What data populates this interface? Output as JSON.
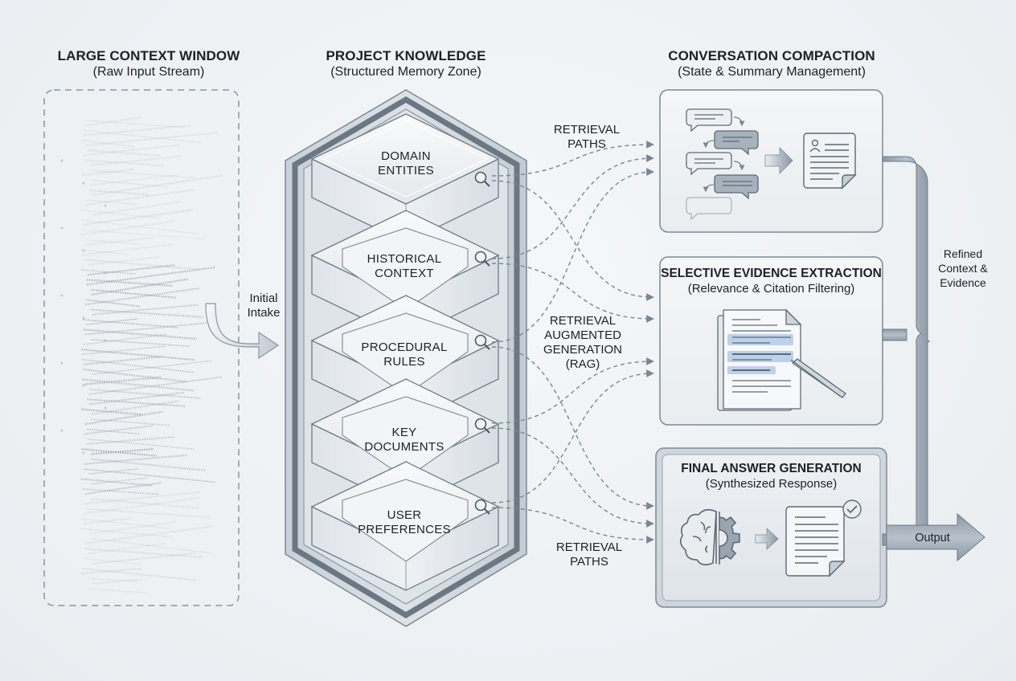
{
  "columns": {
    "context_window": {
      "title": "LARGE CONTEXT WINDOW",
      "subtitle": "(Raw Input Stream)"
    },
    "project_knowledge": {
      "title": "PROJECT KNOWLEDGE",
      "subtitle": "(Structured Memory Zone)"
    },
    "conversation_compaction": {
      "title": "CONVERSATION COMPACTION",
      "subtitle": "(State & Summary Management)"
    }
  },
  "intake_label": [
    "Initial",
    "Intake"
  ],
  "layers": [
    {
      "line1": "DOMAIN",
      "line2": "ENTITIES",
      "icon": "search-icon"
    },
    {
      "line1": "HISTORICAL",
      "line2": "CONTEXT",
      "icon": "search-icon"
    },
    {
      "line1": "PROCEDURAL",
      "line2": "RULES",
      "icon": "search-icon"
    },
    {
      "line1": "KEY",
      "line2": "DOCUMENTS",
      "icon": "search-icon"
    },
    {
      "line1": "USER",
      "line2": "PREFERENCES",
      "icon": "search-icon"
    }
  ],
  "path_labels": {
    "top": [
      "RETRIEVAL",
      "PATHS"
    ],
    "middle": [
      "RETRIEVAL",
      "AUGMENTED",
      "GENERATION",
      "(RAG)"
    ],
    "bottom": [
      "RETRIEVAL",
      "PATHS"
    ]
  },
  "panels": {
    "compaction": {
      "icons": [
        "chat-bubbles-icon",
        "arrow-right-icon",
        "summary-document-icon"
      ]
    },
    "evidence": {
      "title": "SELECTIVE EVIDENCE EXTRACTION",
      "subtitle": "(Relevance & Citation Filtering)",
      "icons": [
        "highlighted-document-icon",
        "tweezers-icon"
      ]
    },
    "final": {
      "title": "FINAL ANSWER GENERATION",
      "subtitle": "(Synthesized Response)",
      "icons": [
        "brain-gear-icon",
        "arrow-right-icon",
        "verified-document-icon"
      ]
    }
  },
  "refined_label": [
    "Refined",
    "Context &",
    "Evidence"
  ],
  "output_label": "Output",
  "colors": {
    "stroke": "#6f7d8a",
    "dark_stroke": "#56626e",
    "fill_light": "#eef1f4",
    "highlight": "#a9c4e4"
  }
}
